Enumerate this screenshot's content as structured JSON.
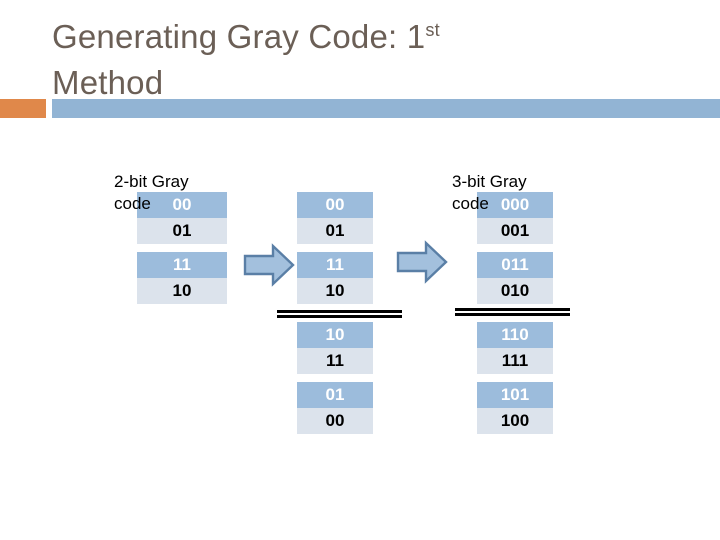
{
  "slide": {
    "title_main": "Generating Gray Code: 1",
    "title_sup": "st",
    "title_line2": "Method",
    "title_full": "Generating Gray Code: 1st Method"
  },
  "theme": {
    "accent_orange": "#e0884a",
    "header_blue": "#92b4d4",
    "row_dark_blue": "#9cbcdc",
    "row_light_blue": "#dce3ec",
    "title_color": "#6b5f56",
    "divider_color": "#000000",
    "arrow_fill": "#a3c0dd",
    "arrow_stroke": "#5a7fa6"
  },
  "columns": {
    "left": {
      "label": "2-bit Gray\ncode",
      "rows": [
        {
          "value": "00",
          "style": "dark"
        },
        {
          "value": "01",
          "style": "light"
        },
        {
          "value": "11",
          "style": "dark"
        },
        {
          "value": "10",
          "style": "light"
        }
      ]
    },
    "middle": {
      "label": "",
      "rows_top": [
        {
          "value": "00",
          "style": "dark"
        },
        {
          "value": "01",
          "style": "light"
        },
        {
          "value": "11",
          "style": "dark"
        },
        {
          "value": "10",
          "style": "light"
        }
      ],
      "rows_bottom": [
        {
          "value": "10",
          "style": "dark"
        },
        {
          "value": "11",
          "style": "light"
        },
        {
          "value": "01",
          "style": "dark"
        },
        {
          "value": "00",
          "style": "light"
        }
      ]
    },
    "right": {
      "label": "3-bit Gray\ncode",
      "rows_top": [
        {
          "value": "000",
          "style": "dark"
        },
        {
          "value": "001",
          "style": "light"
        },
        {
          "value": "011",
          "style": "dark"
        },
        {
          "value": "010",
          "style": "light"
        }
      ],
      "rows_bottom": [
        {
          "value": "110",
          "style": "dark"
        },
        {
          "value": "111",
          "style": "light"
        },
        {
          "value": "101",
          "style": "dark"
        },
        {
          "value": "100",
          "style": "light"
        }
      ]
    }
  },
  "arrows": [
    {
      "name": "arrow-step-1",
      "direction": "right"
    },
    {
      "name": "arrow-step-2",
      "direction": "right"
    }
  ],
  "dividers": [
    {
      "name": "mirror-divider-middle"
    },
    {
      "name": "mirror-divider-right"
    }
  ]
}
